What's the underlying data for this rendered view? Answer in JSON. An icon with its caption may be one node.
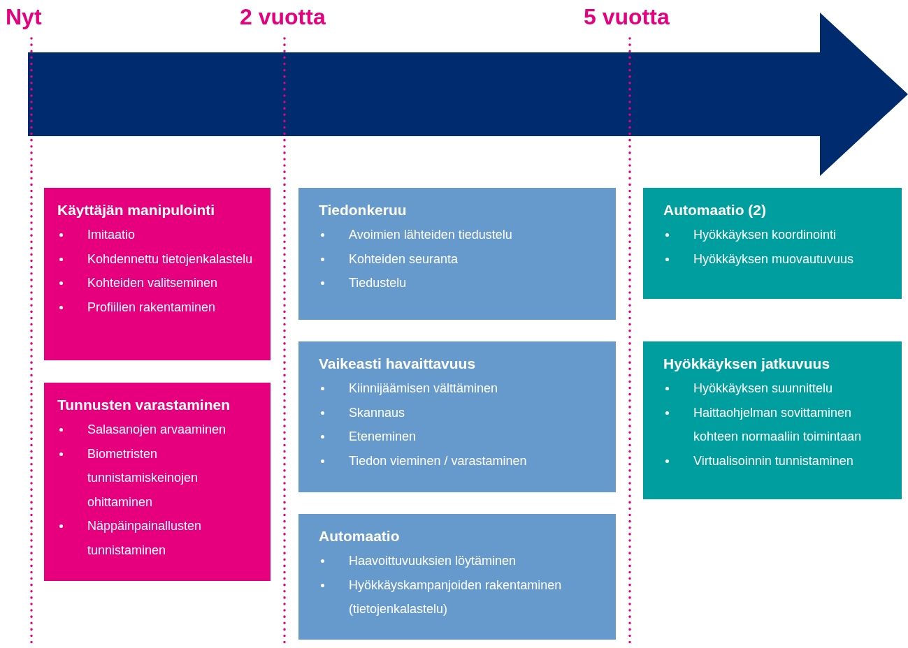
{
  "diagram": {
    "nodes": [
      {
        "text": [
          "Käyttäjän manipulointi",
          "Imitaatio",
          "Kohdennettu tietojenkalastelu",
          "Kohteiden valitseminen",
          "Profiilien rakentaminen"
        ]
      },
      {
        "text": [
          "Tunnusten varastaminen",
          "Salasanojen arvaaminen",
          "Biometristen tunnistamiskeinojen ohittaminen",
          "Näppäinpainallusten tunnistaminen"
        ]
      },
      {
        "text": [
          "Tiedonkeruu",
          "Avoimien lähteiden tiedustelu",
          "Kohteiden seuranta",
          "Tiedustelu"
        ]
      },
      {
        "text": [
          "Vaikeasti havaittavuus",
          "Kiinnijäämisen välttäminen",
          "Skannaus",
          "Eteneminen",
          "Tiedon vieminen / varastaminen"
        ]
      },
      {
        "text": [
          "Automaatio",
          "Haavoittuvuuksien löytäminen",
          "Hyökkäyskampanjoiden rakentaminen (tietojenkalastelu)"
        ]
      },
      {
        "text": [
          "Automaatio (2)",
          "Hyökkäyksen koordinointi",
          "Hyökkäyksen muovautuvuus"
        ]
      },
      {
        "text": [
          "Hyökkäyksen jatkuvuus",
          "Hyökkäyksen suunnittelu",
          "Haittaohjelman sovittaminen kohteen normaaliin toimintaan",
          "Virtualisoinnin tunnistaminen"
        ]
      }
    ],
    "labels": [
      "Nyt",
      "2 vuotta",
      "5 vuotta"
    ]
  }
}
